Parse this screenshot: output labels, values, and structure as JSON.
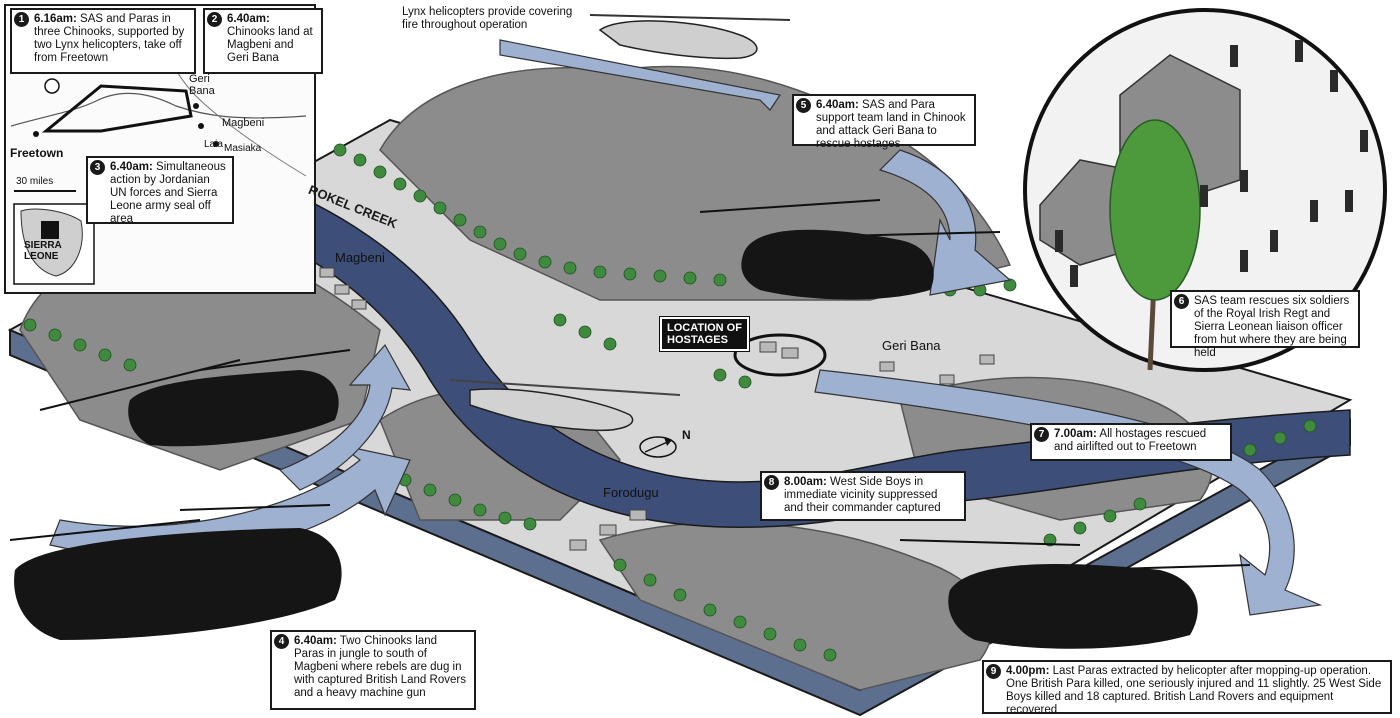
{
  "colors": {
    "terrain": "#8c8c8c",
    "terrain_dark": "#6e6e6e",
    "slab_side": "#5d6f8e",
    "river": "#3d4f79",
    "ground": "#d8d8d8",
    "trees": "#3f8a3f",
    "arrow": "#9fb1d1",
    "aircraft": "#151515"
  },
  "inset_map": {
    "labels": {
      "geri_bana": "Geri\nBana",
      "magbeni": "Magbeni",
      "laia": "Laia",
      "masiaka": "Masiaka",
      "freetown": "Freetown",
      "scale": "30 miles",
      "country": "SIERRA\nLEONE"
    }
  },
  "scene_labels": {
    "rokel_creek": "ROKEL CREEK",
    "magbeni": "Magbeni",
    "geri_bana": "Geri Bana",
    "forodugu": "Forodugu",
    "north": "N",
    "hostages_location": "LOCATION OF\nHOSTAGES"
  },
  "callouts": [
    {
      "num": "1",
      "time": "6.16am:",
      "text": " SAS and Paras in three Chinooks, supported by two Lynx helicopters, take off from Freetown"
    },
    {
      "num": "2",
      "time": "6.40am:",
      "text": " Chinooks land at Magbeni and Geri Bana"
    },
    {
      "num": "3",
      "time": "6.40am:",
      "text": " Simultaneous action by Jordanian UN forces and Sierra Leone army seal off area"
    },
    {
      "num": "",
      "time": "",
      "text": "Lynx helicopters provide covering fire throughout operation"
    },
    {
      "num": "5",
      "time": "6.40am:",
      "text": " SAS and Para support team land in Chinook and attack Geri Bana to rescue hostages"
    },
    {
      "num": "6",
      "time": "",
      "text": "SAS team rescues six soldiers of the Royal Irish Regt and Sierra Leonean liaison officer from hut where they are being held"
    },
    {
      "num": "7",
      "time": "7.00am:",
      "text": " All hostages rescued and airlifted out to Freetown"
    },
    {
      "num": "8",
      "time": "8.00am:",
      "text": " West Side Boys in immediate vicinity suppressed and their commander captured"
    },
    {
      "num": "4",
      "time": "6.40am:",
      "text": " Two Chinooks land Paras in jungle to south of Magbeni where rebels are dug in with captured British Land Rovers and a heavy machine gun"
    },
    {
      "num": "9",
      "time": "4.00pm:",
      "text": " Last Paras extracted by helicopter after mopping-up operation. One British Para killed, one seriously injured and 11 slightly. 25 West Side Boys killed and 18 captured. British Land Rovers and equipment recovered"
    }
  ]
}
